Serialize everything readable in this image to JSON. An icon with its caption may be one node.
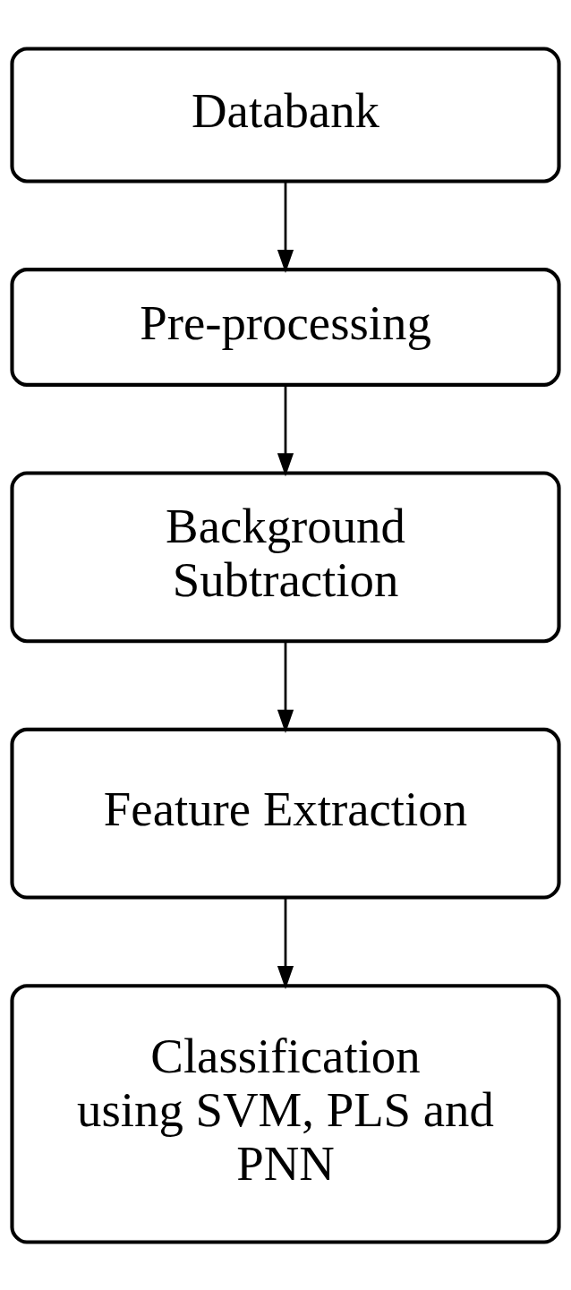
{
  "diagram": {
    "nodes": [
      {
        "text": [
          "Databank"
        ]
      },
      {
        "text": [
          "Pre-processing"
        ]
      },
      {
        "text": [
          "Background Subtraction"
        ]
      },
      {
        "text": [
          "Feature Extraction"
        ]
      },
      {
        "text": [
          "Classification using SVM, PLS and PNN"
        ]
      }
    ],
    "edges": [
      {
        "from": 0,
        "to": 1,
        "arrow": "to"
      },
      {
        "from": 1,
        "to": 2,
        "arrow": "to"
      },
      {
        "from": 2,
        "to": 3,
        "arrow": "to"
      },
      {
        "from": 3,
        "to": 4,
        "arrow": "to"
      }
    ]
  }
}
